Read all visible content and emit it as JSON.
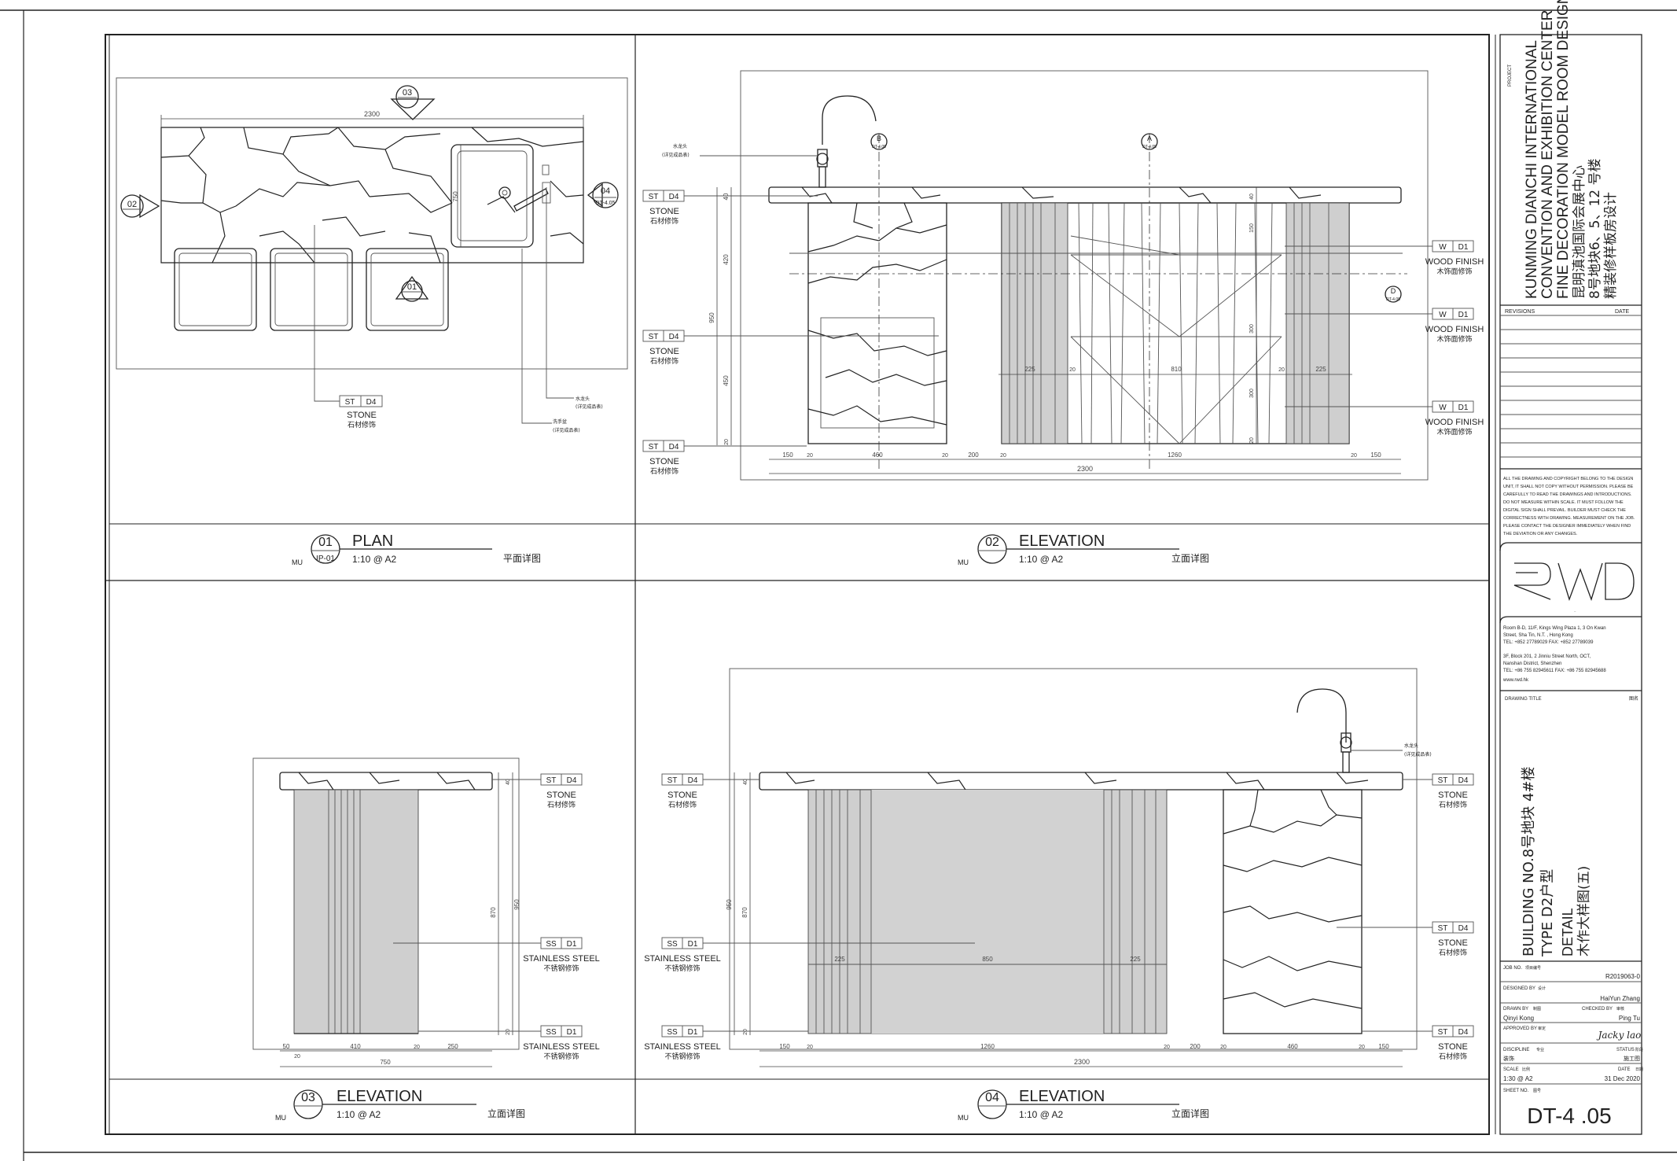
{
  "views": {
    "v01": {
      "number": "01",
      "title": "PLAN",
      "prefix": "MU",
      "ref": "IP-01",
      "scale": "1:10  @  A2",
      "cn": "平面详图"
    },
    "v02": {
      "number": "02",
      "title": "ELEVATION",
      "prefix": "MU",
      "scale": "1:10  @  A2",
      "cn": "立面详图"
    },
    "v03": {
      "number": "03",
      "title": "ELEVATION",
      "prefix": "MU",
      "scale": "1:10  @  A2",
      "cn": "立面详图"
    },
    "v04": {
      "number": "04",
      "title": "ELEVATION",
      "prefix": "MU",
      "scale": "1:10  @  A2",
      "cn": "立面详图"
    }
  },
  "materials": {
    "stone": {
      "code1": "ST",
      "code2": "D4",
      "en": "STONE",
      "cn": "石材修饰"
    },
    "wood": {
      "code1": "W",
      "code2": "D1",
      "en": "WOOD FINISH",
      "cn": "木饰面修饰"
    },
    "steel": {
      "code1": "SS",
      "code2": "D1",
      "en": "STAINLESS STEEL",
      "cn": "不锈钢修饰"
    }
  },
  "plan": {
    "dim_length": "2300",
    "dim_sink": "750",
    "callout_top": "03",
    "callout_left": "02",
    "callout_right": "04",
    "callout_right_sub": "DT-4.05",
    "callout_center": "01",
    "note_faucet": "水龙头",
    "note_faucet_sub": "(详见成品表)",
    "note_sink": "洗手盆",
    "note_sink_sub": "(详见成品表)"
  },
  "elev02": {
    "dims_bottom": [
      "150",
      "20",
      "460",
      "20",
      "200",
      "20",
      "1260",
      "20",
      "150"
    ],
    "dim_total": "2300",
    "dims_left": [
      "40",
      "420",
      "950",
      "450",
      "20"
    ],
    "dims_inner_h": [
      "225",
      "20",
      "810",
      "20",
      "225"
    ],
    "dims_inner_v": [
      "40",
      "150",
      "300",
      "300",
      "20"
    ],
    "mark_b": "B",
    "mark_b_sub": "DT-4.05",
    "mark_a": "A",
    "mark_a_sub": "DT-4.05",
    "mark_d": "D",
    "mark_d_sub": "DT-4.05",
    "note_faucet": "水龙头",
    "note_faucet_sub": "(详见成品表)"
  },
  "elev03": {
    "dims_bottom": [
      "50",
      "410",
      "20",
      "250",
      "20"
    ],
    "dim_total": "750",
    "dims_v": [
      "40",
      "870",
      "950",
      "20"
    ]
  },
  "elev04": {
    "dims_bottom": [
      "150",
      "20",
      "1260",
      "20",
      "200",
      "20",
      "460",
      "20",
      "150"
    ],
    "dim_total": "2300",
    "dims_inner": [
      "225",
      "850",
      "225"
    ],
    "dims_v": [
      "40",
      "870",
      "950",
      "20"
    ],
    "note_faucet": "水龙头",
    "note_faucet_sub": "(详见成品表)"
  },
  "titleblock": {
    "project_label": "PROJECT",
    "project_lines": [
      "KUNMING DIANCHI INTERNATIONAL",
      "CONVENTION AND EXHIBITION CENTER",
      "FINE DECORATION MODEL ROOM DESIGN",
      "昆明滇池国际会展中心",
      "8号地块6、5、12 号楼",
      "精装修样板房设计"
    ],
    "revisions": "REVISIONS",
    "date": "DATE",
    "disclaimer": [
      "ALL THE DRAWING AND COPYRIGHT BELONG TO THE DESIGN",
      "UNIT, IT SHALL NOT COPY WITHOUT PERMISSION. PLEASE BE",
      "CAREFULLY TO READ THE DRAWINGS AND INTRODUCTIONS.",
      "DO NOT MEASURE WITHIN SCALE. IT MUST FOLLOW THE",
      "DIGITAL SIGN SHALL PREVAIL. BUILDER MUST CHECK THE",
      "CORRECTNESS WITH DRAWING. MEASUREMENT ON THE JOB.",
      "PLEASE CONTACT THE DESIGNER IMMEDIATELY WHEN FIND",
      "THE DEVIATION OR ANY CHANGES."
    ],
    "logo": "RWD",
    "address": [
      "Room B-D, 11/F, Kings Wing Plaza 1, 3 On Kwan",
      "Street, Sha Tin, N.T.  ,  Hong Kong",
      "TEL: +852 27789029    FAX: +852 27789039",
      "",
      "3F, Block 201, 2 Jinniu Street North, OCT,",
      "Nanshan District, Shenzhen",
      "TEL: +86 755 82945611    FAX: +86 755 82945688",
      "www.rwd.hk"
    ],
    "drawing_title_label": "DRAWING TITLE",
    "drawing_title_cn": "图名",
    "drawing_title_lines": [
      "BUILDING NO.8号地块 4#楼",
      "TYPE  D2户型",
      "DETAIL",
      "木作大样图(五)"
    ],
    "job_no_label": "JOB NO.",
    "job_no_cn": "项目编号",
    "job_no": "R2019063-0",
    "designed_by_label": "DESIGNED BY",
    "designed_by_cn": "设计",
    "designed_by": "HaiYun Zhang",
    "drawn_by_label": "DRAWN BY",
    "drawn_by_cn": "制图",
    "drawn_by": "Qinyi Kong",
    "checked_by_label": "CHECKED BY",
    "checked_by_cn": "审核",
    "checked_by": "Ping Tu",
    "approved_by_label": "APPROVED BY",
    "approved_by_cn": "审定",
    "approved_by": "Jacky lao",
    "discipline_label": "DISCIPLINE",
    "discipline_cn": "专业",
    "discipline": "装饰",
    "status_label": "STATUS",
    "status_cn": "阶段",
    "status": "施工图",
    "scale_label": "SCALE",
    "scale_cn": "比例",
    "scale": "1:30  @  A2",
    "date_label": "DATE",
    "date_cn": "日期",
    "date_value": "31  Dec  2020",
    "sheet_no_label": "SHEET NO.",
    "sheet_no_cn": "图号",
    "sheet_no": "DT-4 .05"
  }
}
